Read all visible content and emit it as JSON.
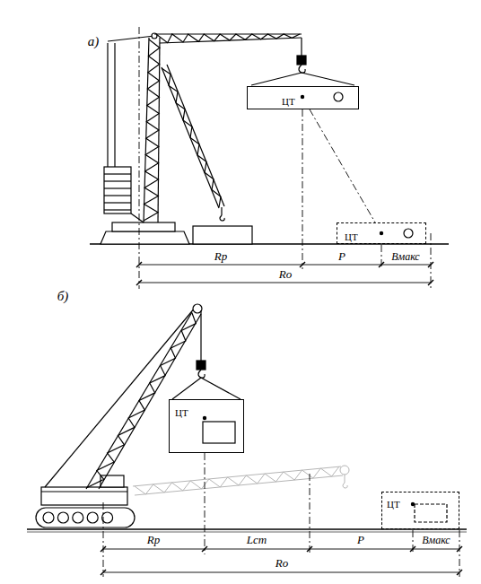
{
  "diagram": {
    "nodes": [
      {
        "text": [
          "ЦТ"
        ]
      },
      {
        "text": [
          "ЦТ"
        ]
      },
      {
        "text": [
          "ЦТ"
        ]
      },
      {
        "text": [
          "ЦТ"
        ]
      }
    ],
    "edges": [
      {
        "from": 0,
        "to": 1,
        "arrow": "none"
      }
    ],
    "labels": [
      "а)",
      "Rp",
      "P",
      "Вмакс",
      "Ro",
      "б)",
      "Rp",
      "Lст",
      "P",
      "Вмакс",
      "Ro"
    ]
  }
}
